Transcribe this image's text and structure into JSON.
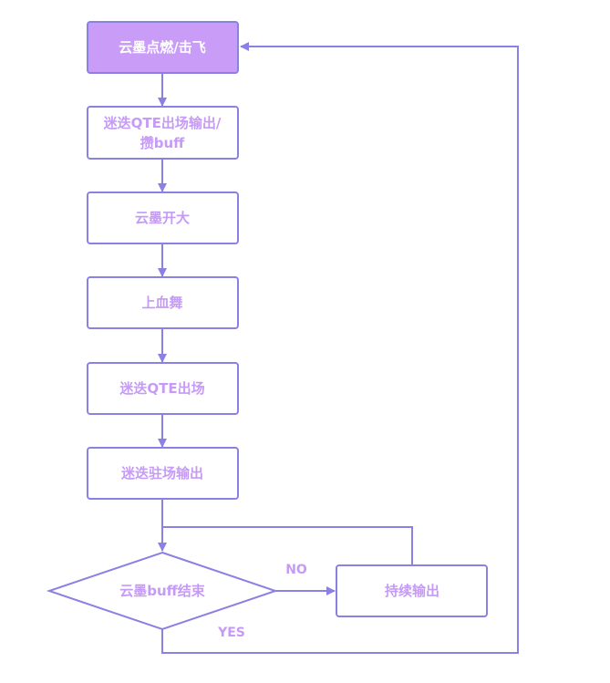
{
  "nodes": {
    "start": "云墨点燃/击飞",
    "step1_line1": "迷迭QTE出场输出/",
    "step1_line2": "攒buff",
    "step2": "云墨开大",
    "step3": "上血舞",
    "step4": "迷迭QTE出场",
    "step5": "迷迭驻场输出",
    "decision": "云墨buff结束",
    "sustain": "持续输出"
  },
  "edges": {
    "no_label": "NO",
    "yes_label": "YES"
  },
  "colors": {
    "accent": "#8b80e3",
    "text": "#c59bf5",
    "start_fill": "#c99cf8"
  }
}
